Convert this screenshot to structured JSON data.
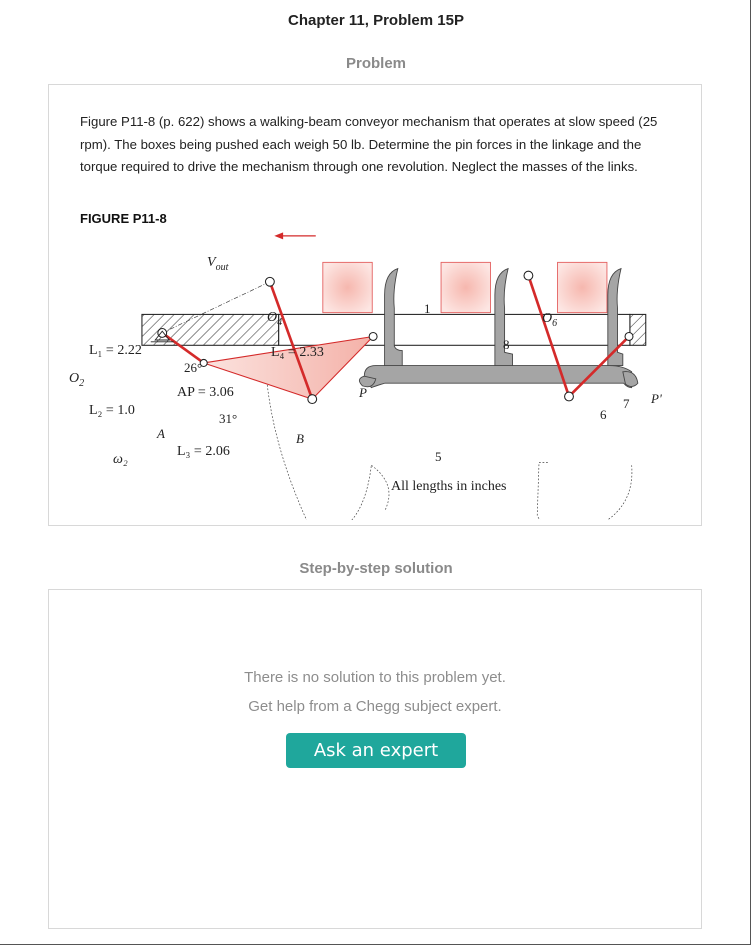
{
  "header": {
    "title": "Chapter 11, Problem 15P"
  },
  "problem_section": {
    "label": "Problem",
    "text": "Figure P11-8 (p. 622) shows a walking-beam conveyor mechanism that operates at slow speed (25 rpm). The boxes being pushed each weigh 50 lb. Determine the pin forces in the linkage and the torque required to drive the mechanism through one revolution. Neglect the masses of the links.",
    "figure_label": "FIGURE P11-8"
  },
  "figure": {
    "vout_label": "V",
    "vout_sub": "out",
    "o4_label": "O",
    "o4_sub": "4",
    "o2_label": "O",
    "o2_sub": "2",
    "o6_label": "O",
    "o6_sub": "6",
    "l1_label": "L₁ = 2.22",
    "l2_label": "L₂ = 1.0",
    "l3_label": "L₃ = 2.06",
    "l4_label": "L₄ = 2.33",
    "ap_label": "AP = 3.06",
    "angle1_label": "26°",
    "angle2_label": "31°",
    "omega_label": "ω₂",
    "point_a": "A",
    "point_b": "B",
    "point_p": "P",
    "point_p2": "P'",
    "link1": "1",
    "link5": "5",
    "link6": "6",
    "link7": "7",
    "link8": "8",
    "caption": "All lengths in inches",
    "colors": {
      "link_red": "#d42a2a",
      "beam_gray": "#9a9a9a",
      "box_red": "#e35d5d",
      "box_fill": "#f7c6c2"
    }
  },
  "solution_section": {
    "label": "Step-by-step solution",
    "no_solution_line1": "There is no solution to this problem yet.",
    "no_solution_line2": "Get help from a Chegg subject expert.",
    "ask_button": "Ask an expert"
  }
}
